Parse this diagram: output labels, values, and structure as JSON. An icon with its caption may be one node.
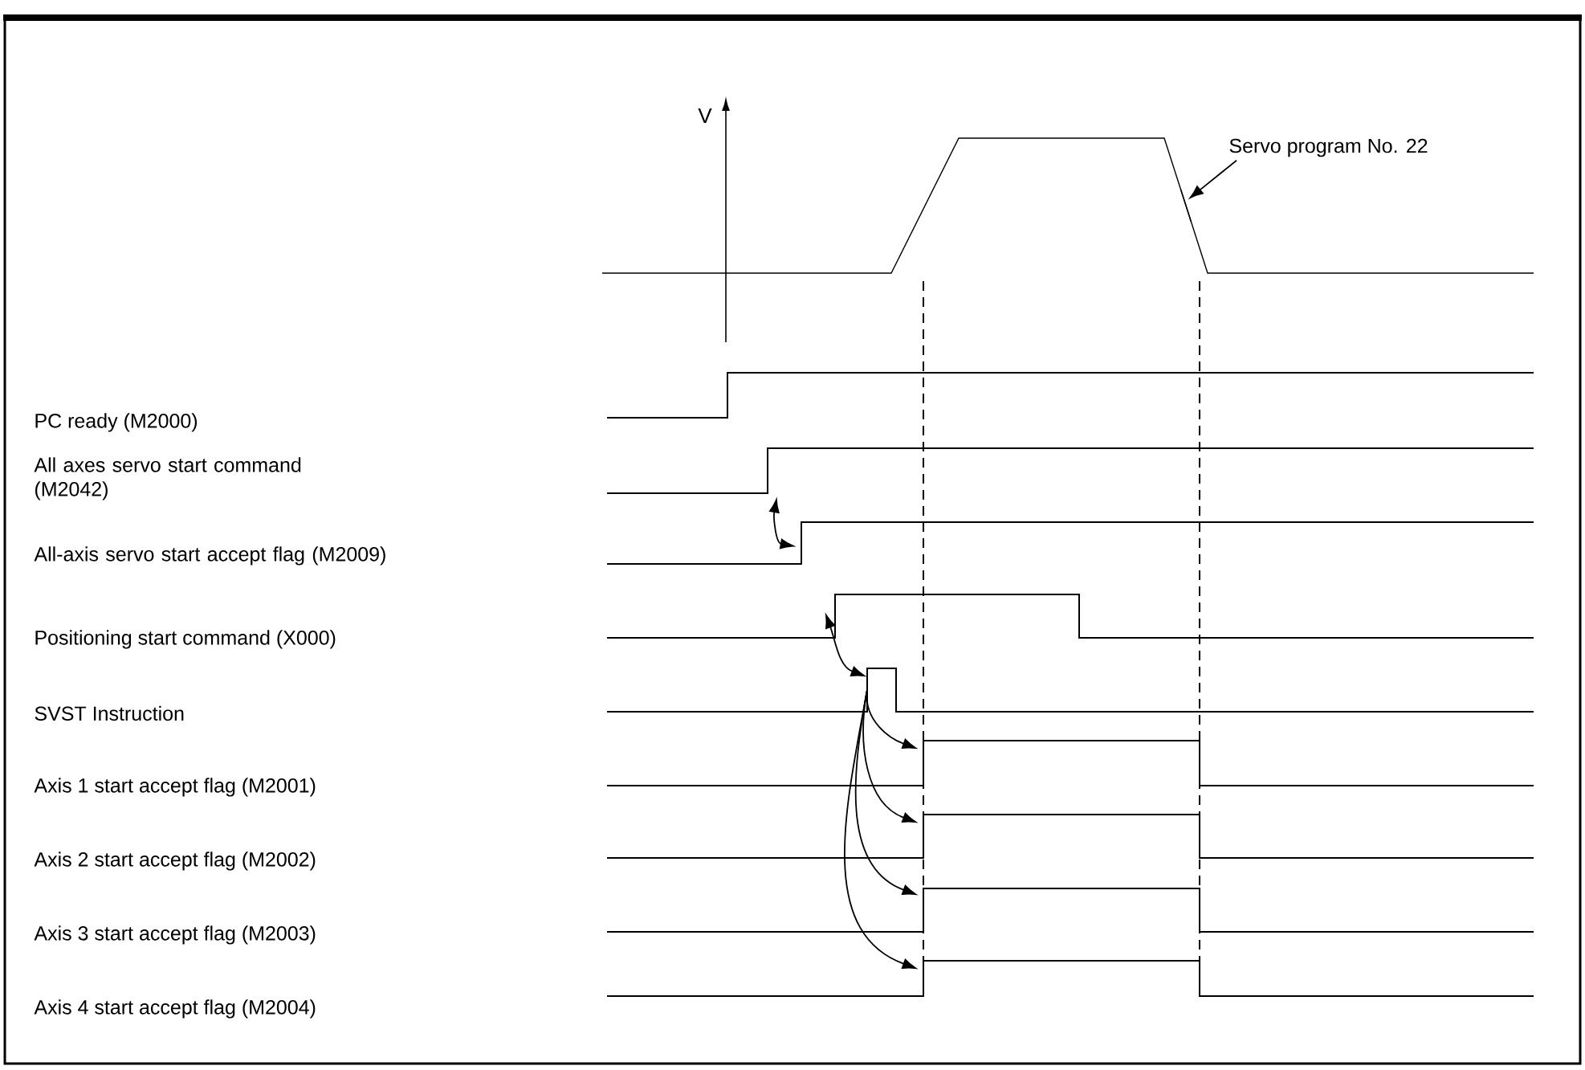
{
  "diagram": {
    "nodes": [
      {
        "text": [],
        "shape": "waveform"
      },
      {
        "text": [
          "Servo program No. 22"
        ]
      },
      {
        "text": [],
        "shape": "waveform"
      },
      {
        "text": [],
        "shape": "waveform"
      },
      {
        "text": [],
        "shape": "waveform"
      },
      {
        "text": [],
        "shape": "waveform"
      },
      {
        "text": [],
        "shape": "waveform"
      },
      {
        "text": [],
        "shape": "waveform"
      },
      {
        "text": [],
        "shape": "waveform"
      },
      {
        "text": [],
        "shape": "waveform"
      },
      {
        "text": [],
        "shape": "waveform"
      }
    ],
    "edges": [
      {
        "from": 1,
        "to": 0,
        "arrow": "to"
      },
      {
        "from": 3,
        "to": 4,
        "arrow": "both"
      },
      {
        "from": 5,
        "to": 6,
        "arrow": "both"
      },
      {
        "from": 6,
        "to": 7,
        "arrow": "to"
      },
      {
        "from": 6,
        "to": 8,
        "arrow": "to"
      },
      {
        "from": 6,
        "to": 9,
        "arrow": "to"
      },
      {
        "from": 6,
        "to": 10,
        "arrow": "to"
      }
    ],
    "labels": [
      "V",
      "PC ready (M2000)",
      "All axes servo start command (M2042)",
      "All-axis servo start accept flag (M2009)",
      "Positioning start command (X000)",
      "SVST Instruction",
      "Axis 1 start accept flag (M2001)",
      "Axis 2 start accept flag (M2002)",
      "Axis 3 start accept flag (M2003)",
      "Axis 4 start accept flag (M2004)"
    ]
  }
}
